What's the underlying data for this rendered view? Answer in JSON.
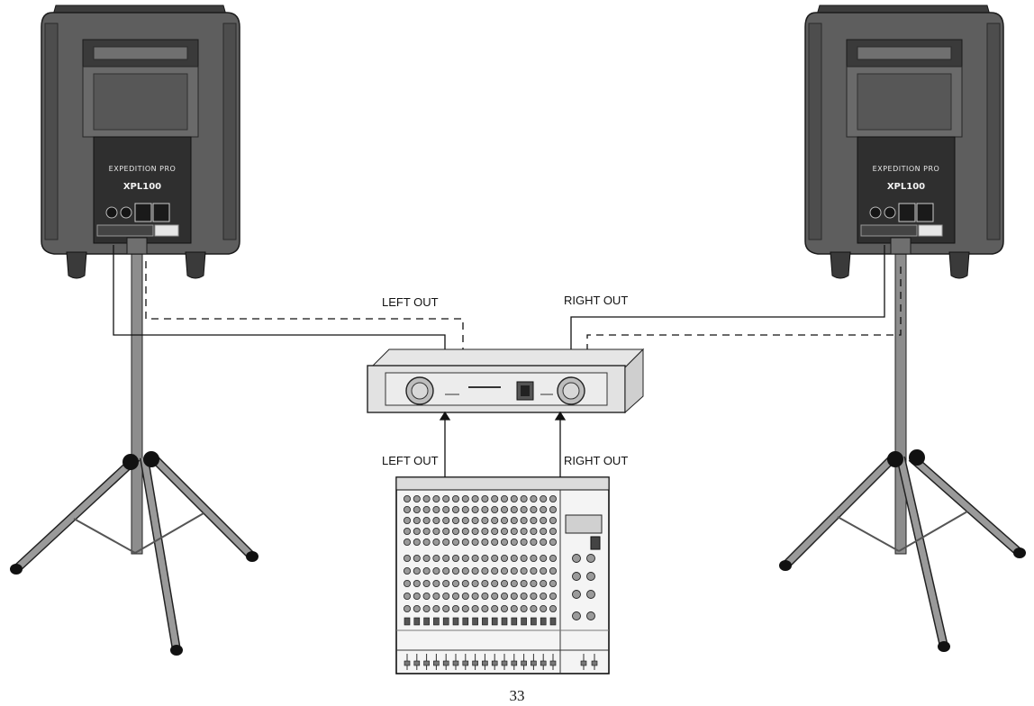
{
  "labels": {
    "amp_left_in": "LEFT OUT",
    "amp_right_in": "RIGHT OUT",
    "mixer_left_out": "LEFT OUT",
    "mixer_right_out": "RIGHT OUT"
  },
  "speaker": {
    "brand": "EXPEDITION PRO",
    "model": "XPL100"
  },
  "page_number": "33",
  "colors": {
    "speaker_body": "#5b5b5b",
    "speaker_dark": "#2e2e2e",
    "stand": "#8d8d8d",
    "line": "#111111"
  }
}
